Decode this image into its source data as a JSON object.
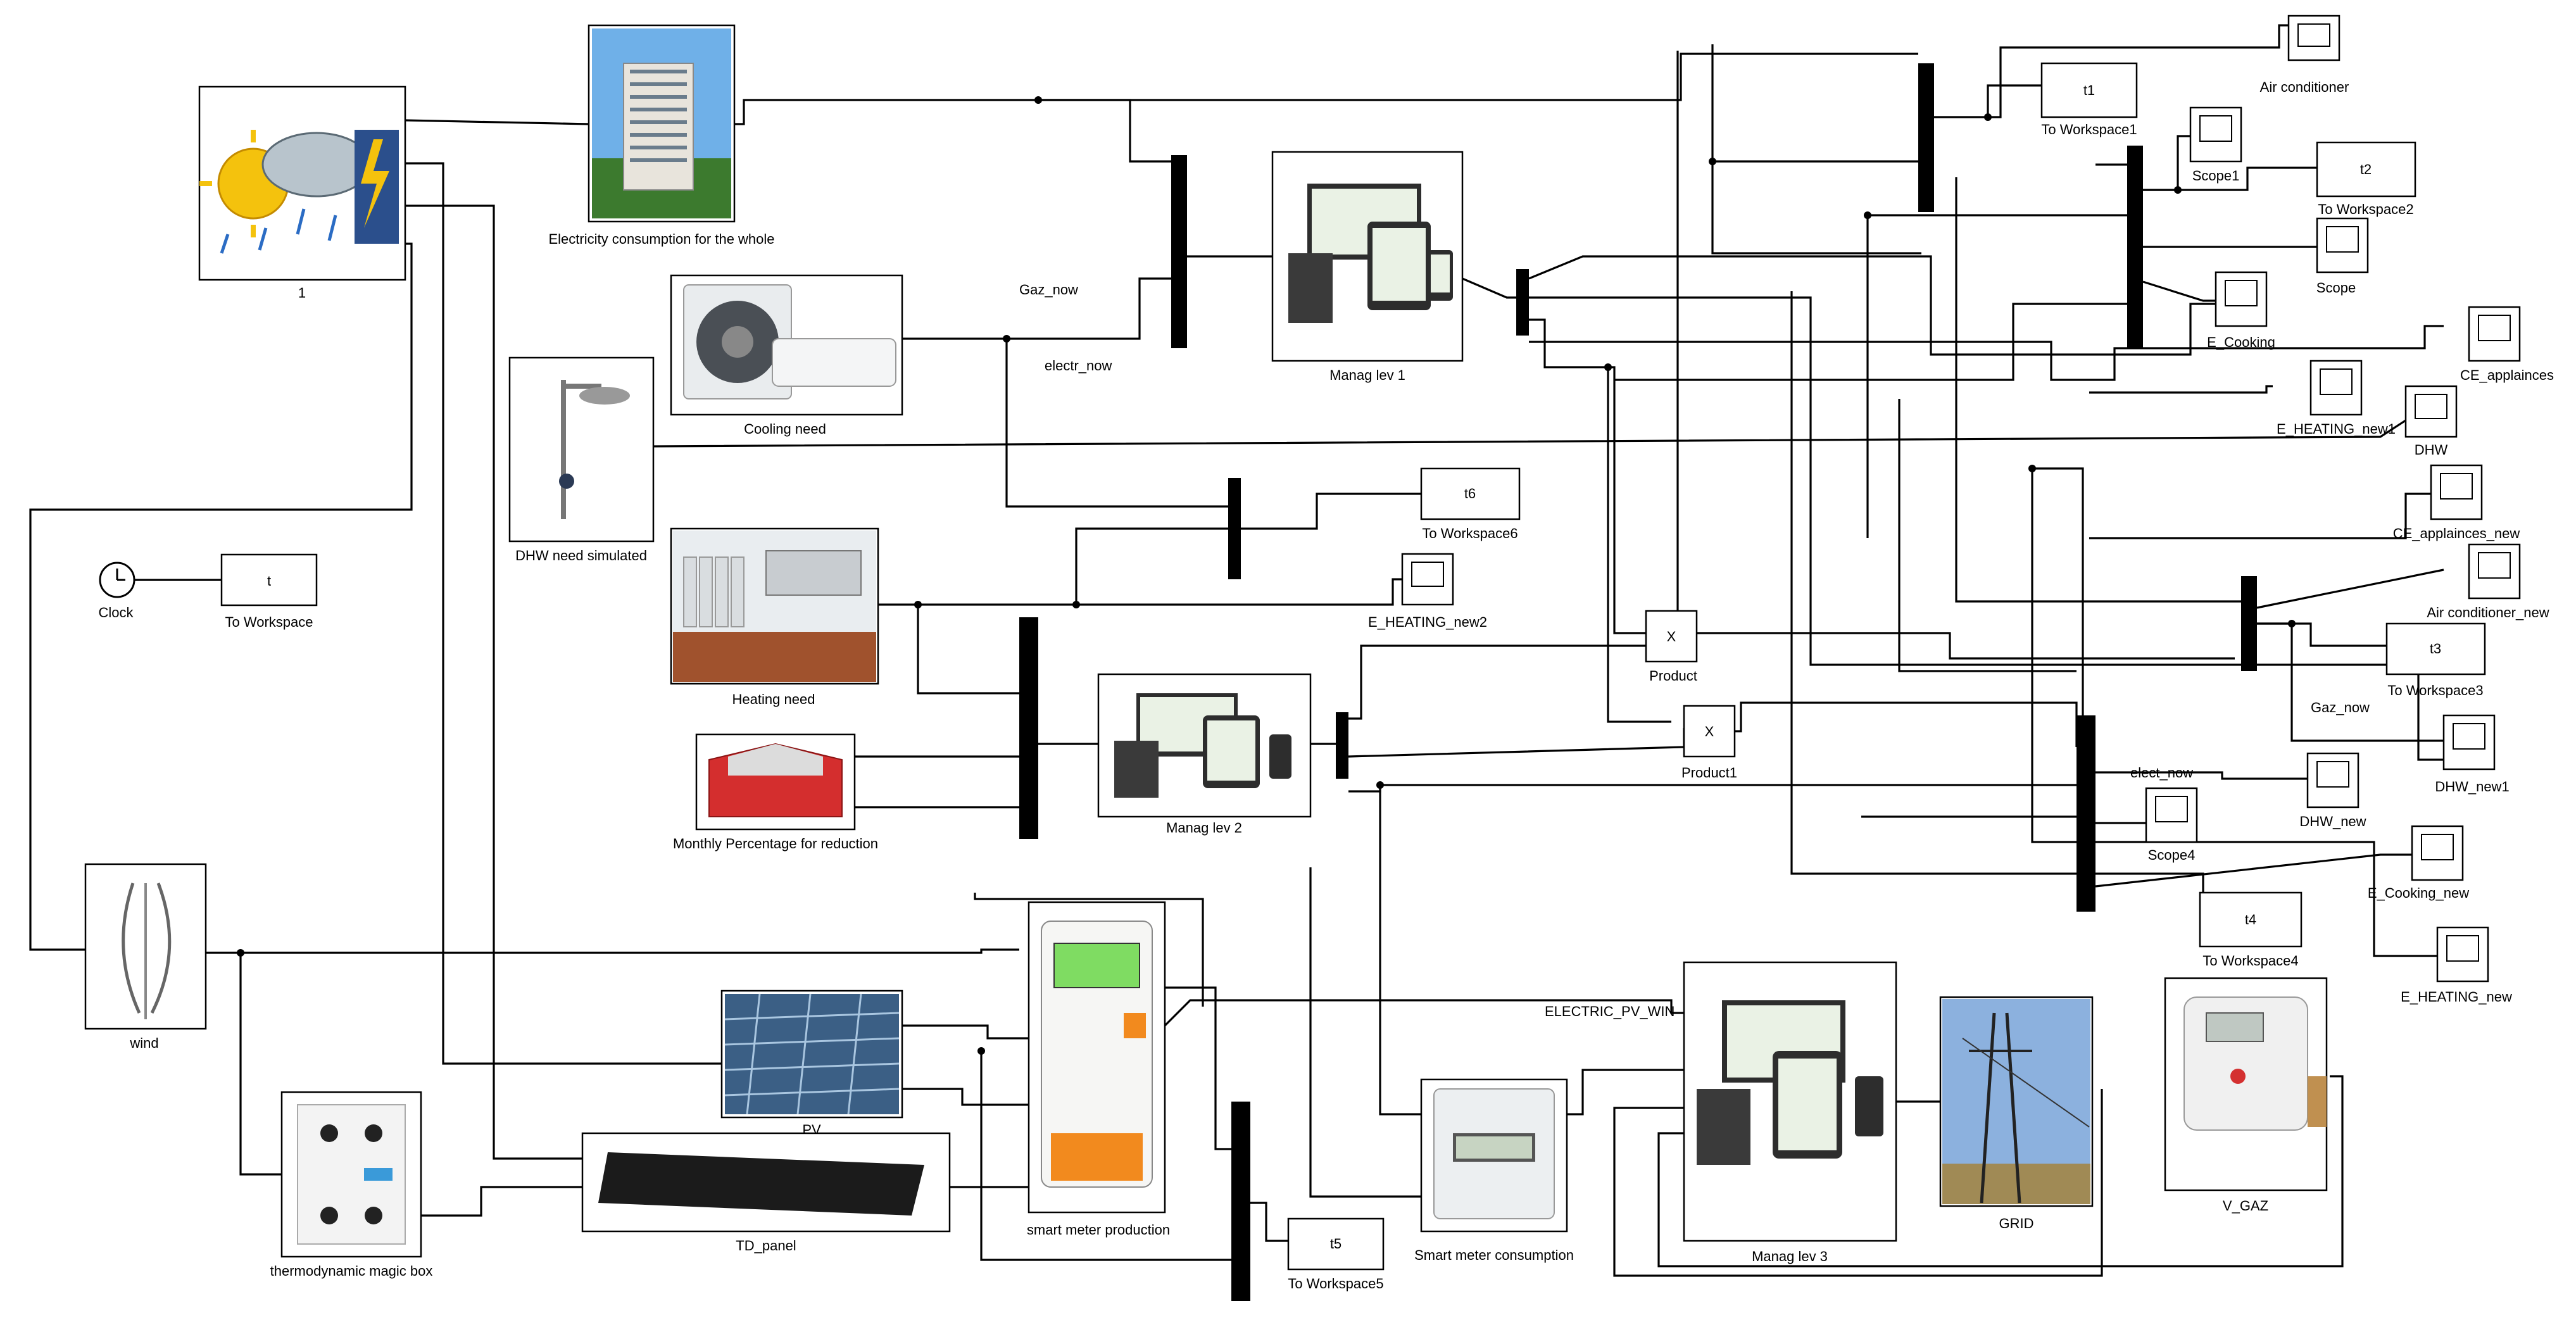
{
  "blocks": {
    "weather": "1",
    "building": "Electricity consumption for the whole",
    "cooling": "Cooling need",
    "dhw_need": "DHW need  simulated",
    "heating": "Heating need",
    "monthly": "Monthly Percentage for reduction",
    "clock": "Clock",
    "to_workspace": "To Workspace",
    "wind": "wind",
    "magic_box": "thermodynamic magic box",
    "pv": "PV",
    "td_panel": "TD_panel",
    "smart_prod": "smart meter production",
    "manag1": "Manag lev 1",
    "manag2": "Manag lev 2",
    "manag3": "Manag lev 3",
    "smart_cons": "Smart meter consumption",
    "grid": "GRID",
    "v_gaz": "V_GAZ",
    "product": "Product",
    "product1": "Product1"
  },
  "signals": {
    "gaz_now": "Gaz_now",
    "electr_now": "electr_now",
    "gaz_now2": "Gaz_now",
    "elect_now": "elect_now",
    "electric_pv": "ELECTRIC_PV_WIN"
  },
  "workspace": {
    "t": "t",
    "t1": "t1",
    "t1_lbl": "To Workspace1",
    "t2": "t2",
    "t2_lbl": "To Workspace2",
    "t3": "t3",
    "t3_lbl": "To Workspace3",
    "t4": "t4",
    "t4_lbl": "To Workspace4",
    "t5": "t5",
    "t5_lbl": "To Workspace5",
    "t6": "t6",
    "t6_lbl": "To Workspace6"
  },
  "scopes": {
    "air_conditioner": "Air conditioner",
    "scope1": "Scope1",
    "scope": "Scope",
    "e_cooking": "E_Cooking",
    "e_heating_new1": "E_HEATING_new1",
    "ce_applainces": "CE_applainces",
    "dhw": "DHW",
    "ce_applainces_new": "CE_applainces_new",
    "air_conditioner_new": "Air conditioner_new",
    "e_heating_new2": "E_HEATING_new2",
    "dhw_new": "DHW_new",
    "dhw_new1": "DHW_new1",
    "scope4": "Scope4",
    "e_cooking_new": "E_Cooking_new",
    "e_heating_new": "E_HEATING_new"
  },
  "symbols": {
    "product_x": "X",
    "product1_x": "X"
  }
}
